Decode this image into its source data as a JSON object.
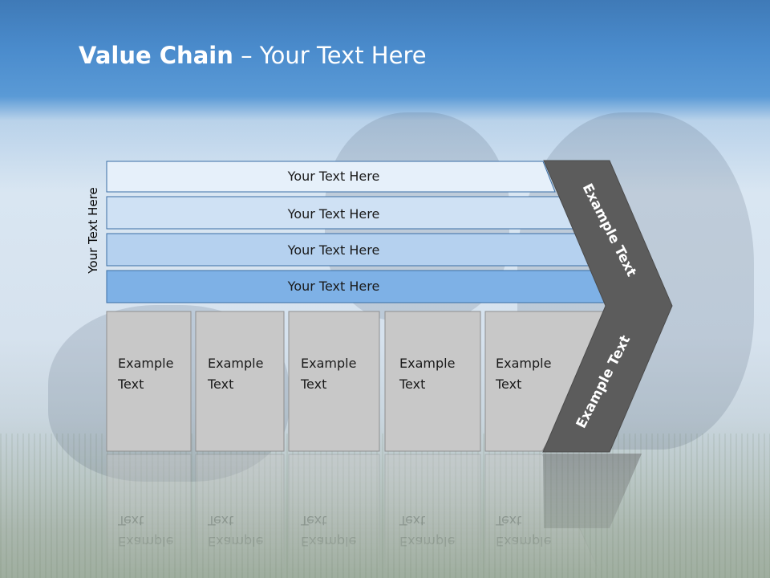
{
  "title": {
    "bold": "Value Chain",
    "rest": " – Your Text Here"
  },
  "side_label": "Your Text Here",
  "bands": [
    {
      "label": "Your Text Here",
      "color": "#e6f0fa"
    },
    {
      "label": "Your Text Here",
      "color": "#cfe1f4"
    },
    {
      "label": "Your Text Here",
      "color": "#b5d1ef"
    },
    {
      "label": "Your Text Here",
      "color": "#7eb1e6"
    }
  ],
  "cards": [
    {
      "line1": "Example",
      "line2": "Text"
    },
    {
      "line1": "Example",
      "line2": "Text"
    },
    {
      "line1": "Example",
      "line2": "Text"
    },
    {
      "line1": "Example",
      "line2": "Text"
    },
    {
      "line1": "Example",
      "line2": "Text"
    }
  ],
  "chevron_upper_label": "Example Text",
  "chevron_lower_label": "Example Text",
  "colors": {
    "band_stroke": "#3b6ea5",
    "card_fill": "#c8c8c8",
    "card_stroke": "#8f8f8f",
    "chevron": "#5c5c5c",
    "title": "#ffffff"
  }
}
